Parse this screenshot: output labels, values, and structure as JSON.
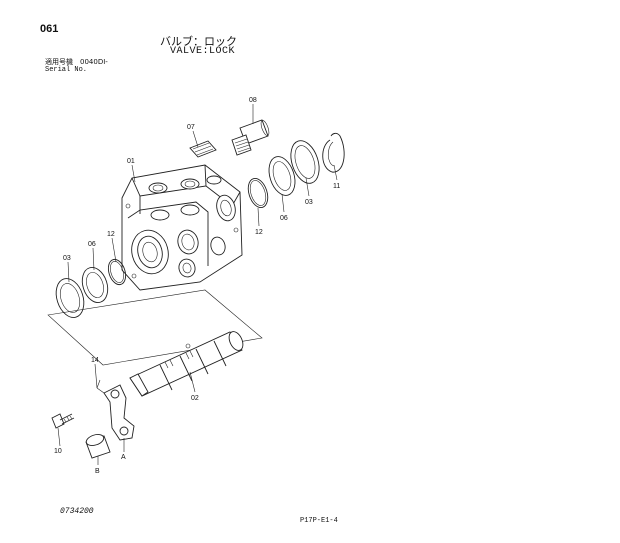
{
  "header": {
    "page_number": "061",
    "title_japanese": "バルブ：ロック",
    "title_english": "VALVE:LOCK",
    "serial_label_japanese": "適用号機　0040DI-",
    "serial_label_english": "Serial No."
  },
  "callouts": {
    "c01": "01",
    "c02": "02",
    "c03_left": "03",
    "c03_right": "03",
    "c06_left": "06",
    "c06_right": "06",
    "c07": "07",
    "c08": "08",
    "c10": "10",
    "c11": "11",
    "c12_left": "12",
    "c12_right": "12",
    "c14": "14",
    "A": "A",
    "B": "B"
  },
  "footer": {
    "drawing_number": "0734200",
    "page_code": "P17P-E1-4"
  }
}
